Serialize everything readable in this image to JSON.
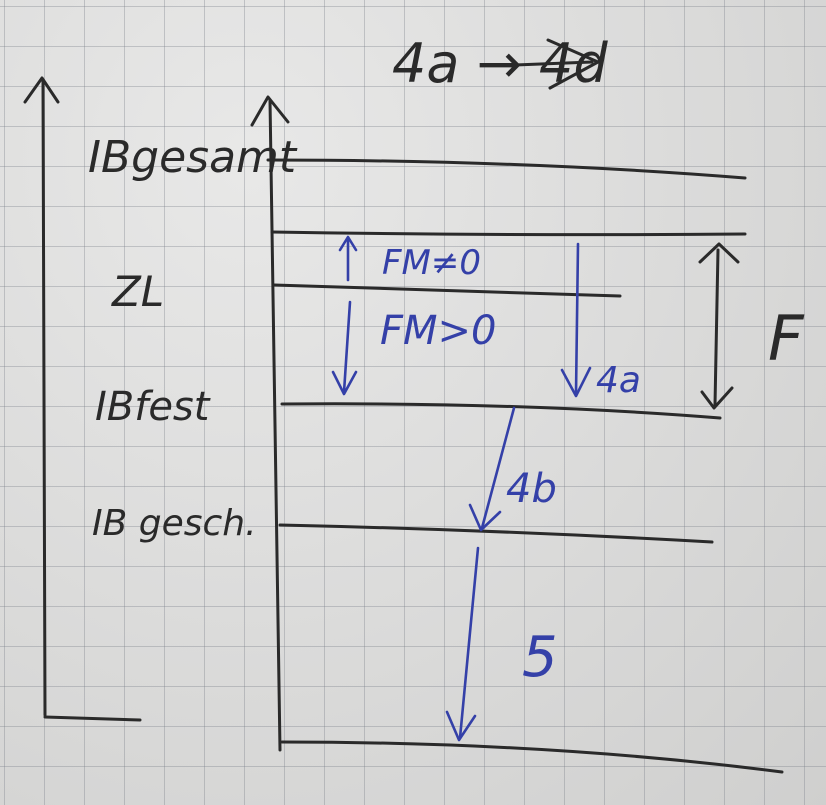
{
  "title": "4a → 4d",
  "levels": {
    "gesamt": "IBgesamt",
    "zl": "ZL",
    "fest": "IBfest",
    "gesch": "IB gesch."
  },
  "annotations": {
    "fm_ne": "FM≠0",
    "fm_gt": "FM>0",
    "step_4a": "4a",
    "step_4b": "4b",
    "step_5": "5",
    "f_label": "F"
  },
  "colors": {
    "black_ink": "#2a2a2a",
    "blue_ink": "#3440a8",
    "paper": "#dcdcdb"
  }
}
